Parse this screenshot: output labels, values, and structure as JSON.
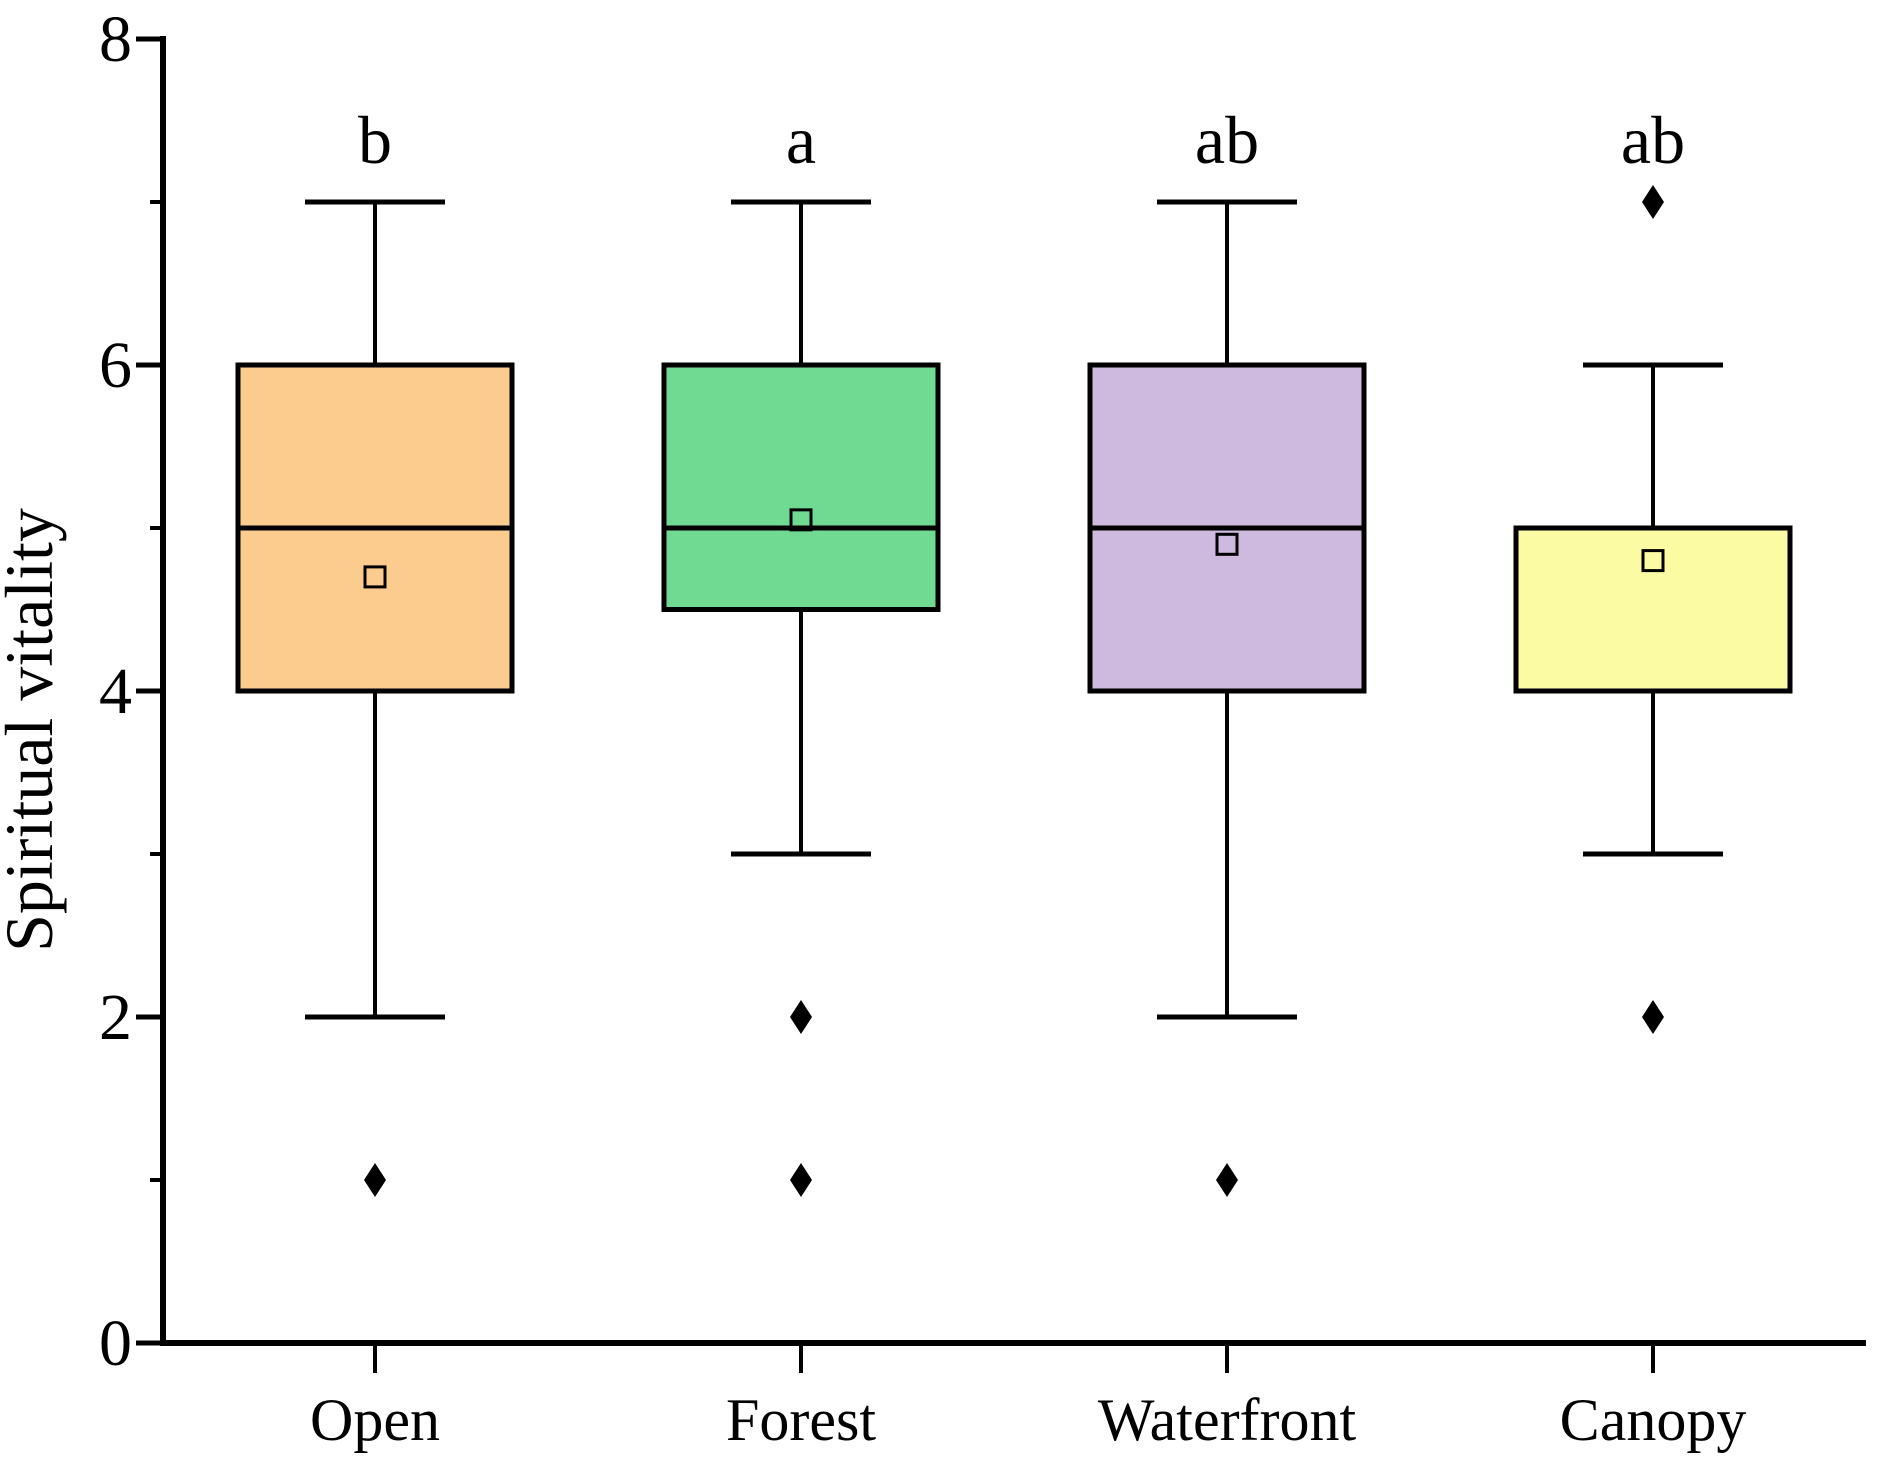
{
  "chart_data": {
    "type": "box",
    "title": "",
    "xlabel": "",
    "ylabel": "Spiritual vitality",
    "ylim": [
      0,
      8
    ],
    "y_major_ticks": [
      0,
      2,
      4,
      6,
      8
    ],
    "y_minor_ticks": [
      1,
      3,
      5,
      7
    ],
    "grid": false,
    "legend": null,
    "background": "#FFFFFF",
    "stroke_color": "#000000",
    "categories": [
      "Open",
      "Forest",
      "Waterfront",
      "Canopy"
    ],
    "series": [
      {
        "category": "Open",
        "sig_letter": "b",
        "q1": 4,
        "median": 5,
        "q3": 6,
        "whisker_low": 2,
        "whisker_high": 7,
        "mean": 4.7,
        "outliers": [
          1
        ],
        "fill": "#FBCC8E"
      },
      {
        "category": "Forest",
        "sig_letter": "a",
        "q1": 4.5,
        "median": 5,
        "q3": 6,
        "whisker_low": 3,
        "whisker_high": 7,
        "mean": 5.05,
        "outliers": [
          2,
          1
        ],
        "fill": "#70DA92"
      },
      {
        "category": "Waterfront",
        "sig_letter": "ab",
        "q1": 4,
        "median": 5,
        "q3": 6,
        "whisker_low": 2,
        "whisker_high": 7,
        "mean": 4.9,
        "outliers": [
          1
        ],
        "fill": "#CEBADE"
      },
      {
        "category": "Canopy",
        "sig_letter": "ab",
        "q1": 4,
        "median": 5,
        "q3": 5,
        "whisker_low": 3,
        "whisker_high": 6,
        "mean": 4.8,
        "outliers": [
          7,
          2
        ],
        "fill": "#FBFBA3"
      }
    ]
  }
}
